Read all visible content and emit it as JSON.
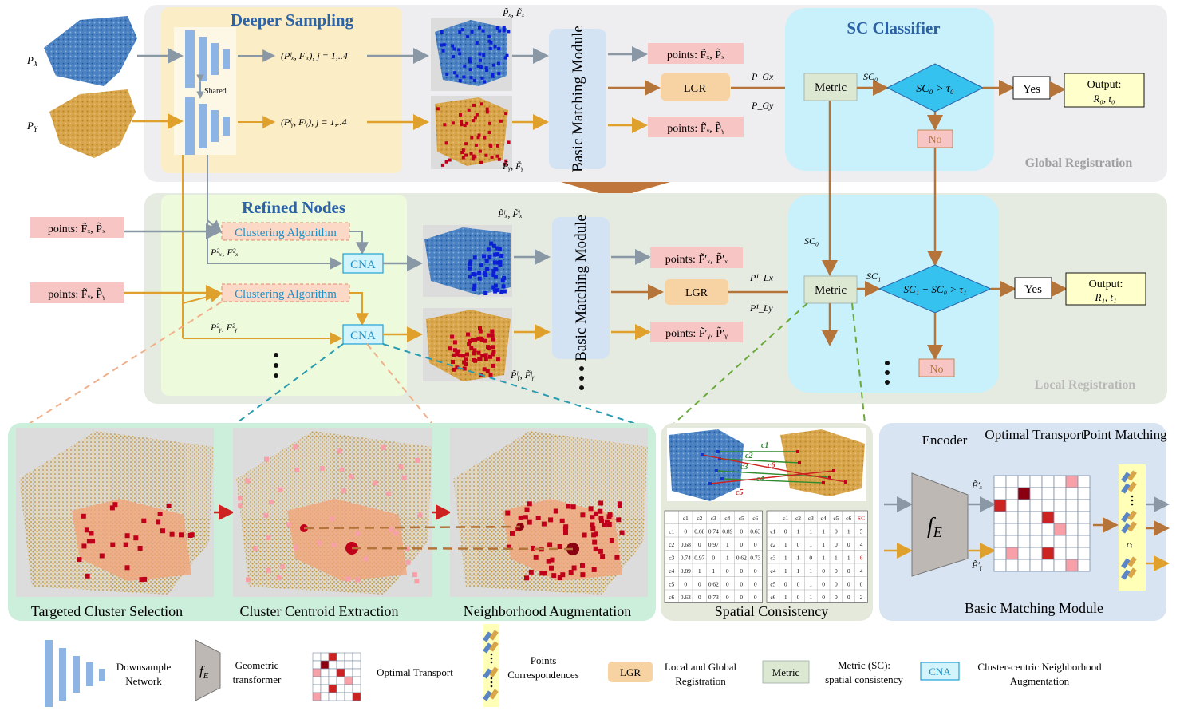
{
  "global": {
    "deeper_sampling_title": "Deeper Sampling",
    "shared_label": "Shared",
    "input_px": "P",
    "input_px_sub": "X",
    "input_py": "P",
    "input_py_sub": "Y",
    "feat_x": "(Pʲₓ, Fʲₓ), j = 1,..4",
    "feat_y": "(Pʲᵧ, Fʲᵧ), j = 1,..4",
    "top_cloud_label": "P̃ₓ, F̃ₓ",
    "bottom_cloud_label": "P̃ᵧ, F̃ᵧ",
    "bmm_label": "Basic Matching Module",
    "points_x": "points: F̃ₓ, P̃ₓ",
    "points_y": "points: F̃ᵧ, P̃ᵧ",
    "lgr": "LGR",
    "pgx": "P_Gx",
    "pgy": "P_Gy",
    "sc_classifier_title": "SC Classifier",
    "metric": "Metric",
    "sc0": "SC₀",
    "decision": "SC₀ > τ₀",
    "yes": "Yes",
    "no": "No",
    "output_line1": "Output:",
    "output_line2": "R₀, t₀",
    "stage_label": "Global Registration"
  },
  "local": {
    "refined_nodes_title": "Refined Nodes",
    "points_x_in": "points: F̃ₓ, P̃ₓ",
    "points_y_in": "points: F̃ᵧ, P̃ᵧ",
    "clustering": "Clustering Algorithm",
    "cna": "CNA",
    "p2x": "P²ₓ, F²ₓ",
    "p2y": "P²ᵧ, F²ᵧ",
    "top_cloud_label": "P̃ˡₓ, F̃ˡₓ",
    "bottom_cloud_label": "P̃ˡᵧ, F̃ˡᵧ",
    "bmm_label": "Basic Matching Module",
    "points_x_out": "points: F̃′ₓ, P̃′ₓ",
    "points_y_out": "points: F̃′ᵧ, P̃′ᵧ",
    "lgr": "LGR",
    "plx": "P¹_Lx",
    "ply": "P¹_Ly",
    "sc0": "SC₀",
    "sc1": "SC₁",
    "metric": "Metric",
    "decision": "SC₁ − SC₀ > τ₁",
    "yes": "Yes",
    "no": "No",
    "output_line1": "Output:",
    "output_line2": "R₁, t₁",
    "stage_label": "Local Registration"
  },
  "detail": {
    "panel1": "Targeted Cluster Selection",
    "panel2": "Cluster Centroid Extraction",
    "panel3": "Neighborhood Augmentation",
    "sc_panel": "Spatial Consistency",
    "corr_labels": [
      "c1",
      "c2",
      "c3",
      "c6",
      "c4",
      "c5"
    ],
    "matrix1": {
      "headers": [
        "",
        "c1",
        "c2",
        "c3",
        "c4",
        "c5",
        "c6"
      ],
      "rows": [
        [
          "c1",
          "0",
          "0.68",
          "0.74",
          "0.89",
          "0",
          "0.63"
        ],
        [
          "c2",
          "0.68",
          "0",
          "0.97",
          "1",
          "0",
          "0"
        ],
        [
          "c3",
          "0.74",
          "0.97",
          "0",
          "1",
          "0.62",
          "0.73"
        ],
        [
          "c4",
          "0.89",
          "1",
          "1",
          "0",
          "0",
          "0"
        ],
        [
          "c5",
          "0",
          "0",
          "0.62",
          "0",
          "0",
          "0"
        ],
        [
          "c6",
          "0.63",
          "0",
          "0.73",
          "0",
          "0",
          "0"
        ]
      ]
    },
    "matrix2": {
      "headers": [
        "",
        "c1",
        "c2",
        "c3",
        "c4",
        "c5",
        "c6",
        "SC"
      ],
      "rows": [
        [
          "c1",
          "0",
          "1",
          "1",
          "1",
          "0",
          "1",
          "5"
        ],
        [
          "c2",
          "1",
          "0",
          "1",
          "1",
          "0",
          "0",
          "4"
        ],
        [
          "c3",
          "1",
          "1",
          "0",
          "1",
          "1",
          "1",
          "6"
        ],
        [
          "c4",
          "1",
          "1",
          "1",
          "0",
          "0",
          "0",
          "4"
        ],
        [
          "c5",
          "0",
          "0",
          "1",
          "0",
          "0",
          "0",
          "0"
        ],
        [
          "c6",
          "1",
          "0",
          "1",
          "0",
          "0",
          "0",
          "2"
        ]
      ]
    },
    "encoder": "Encoder",
    "optimal_transport": "Optimal Transport",
    "point_matching": "Point Matching",
    "fe": "f",
    "fe_sub": "E",
    "fx": "F̃′ₓ",
    "fy": "F̃′ᵧ",
    "ci": "cᵢ",
    "bmm_panel": "Basic Matching Module"
  },
  "legend": {
    "downsample": [
      "Downsample",
      "Network"
    ],
    "geometric": [
      "Geometric",
      "transformer"
    ],
    "ot": "Optimal Transport",
    "points_corr": [
      "Points",
      "Correspondences"
    ],
    "lgr": "LGR",
    "lgr_desc": [
      "Local and Global",
      "Registration"
    ],
    "metric": "Metric",
    "metric_desc": [
      "Metric (SC):",
      "spatial consistency"
    ],
    "cna": "CNA",
    "cna_desc": [
      "Cluster-centric Neighborhood",
      "Augmentation"
    ]
  },
  "colors": {
    "blue_cloud": "#2f6db5",
    "orange_cloud": "#c9962f",
    "red_point": "#c0001a",
    "pink_box": "#f7c6c4",
    "lgr_box": "#f7d3a3",
    "metric_box": "#dde8d3",
    "cyan_box": "#c8f1fb",
    "arrow_grey": "#8a98a6",
    "arrow_brown": "#b5743a",
    "arrow_orange": "#e0a02c"
  }
}
